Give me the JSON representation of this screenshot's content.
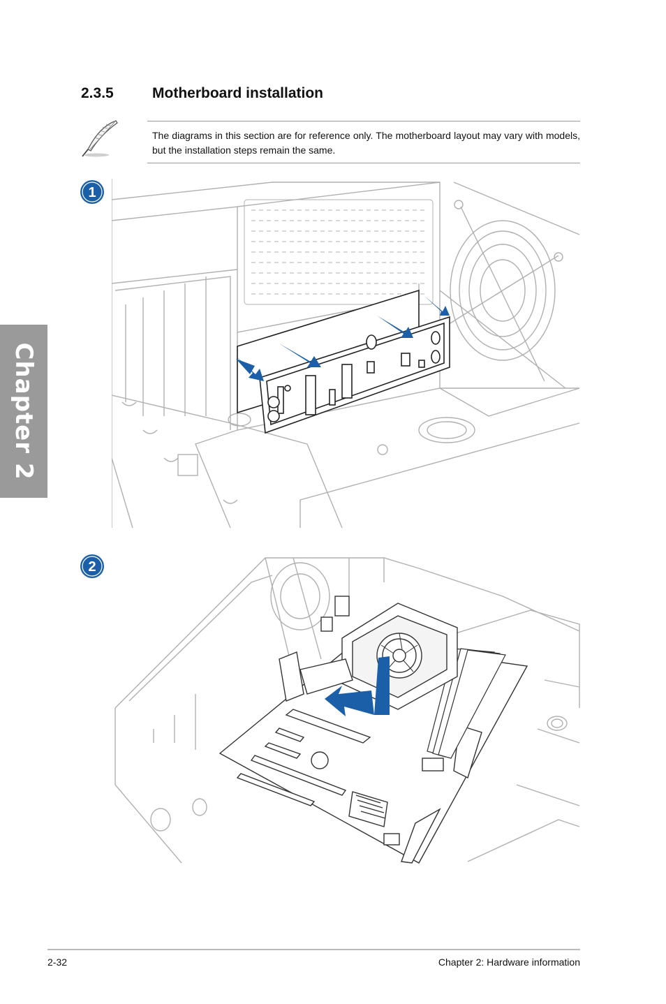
{
  "chapter_tab": {
    "label": "Chapter 2"
  },
  "section": {
    "number": "2.3.5",
    "title": "Motherboard installation"
  },
  "note": {
    "icon": "feather-pen-icon",
    "text": "The diagrams in this section are for reference only. The motherboard layout may vary with models, but the installation steps remain the same."
  },
  "steps": [
    {
      "badge": "1",
      "figure": "io-shield-installation"
    },
    {
      "badge": "2",
      "figure": "motherboard-placement"
    }
  ],
  "colors": {
    "accent_blue": "#1a5fa8",
    "line_gray": "#b0b0b0",
    "tab_gray": "#9a9a9a"
  },
  "footer": {
    "page_number": "2-32",
    "chapter_title": "Chapter 2: Hardware information"
  }
}
